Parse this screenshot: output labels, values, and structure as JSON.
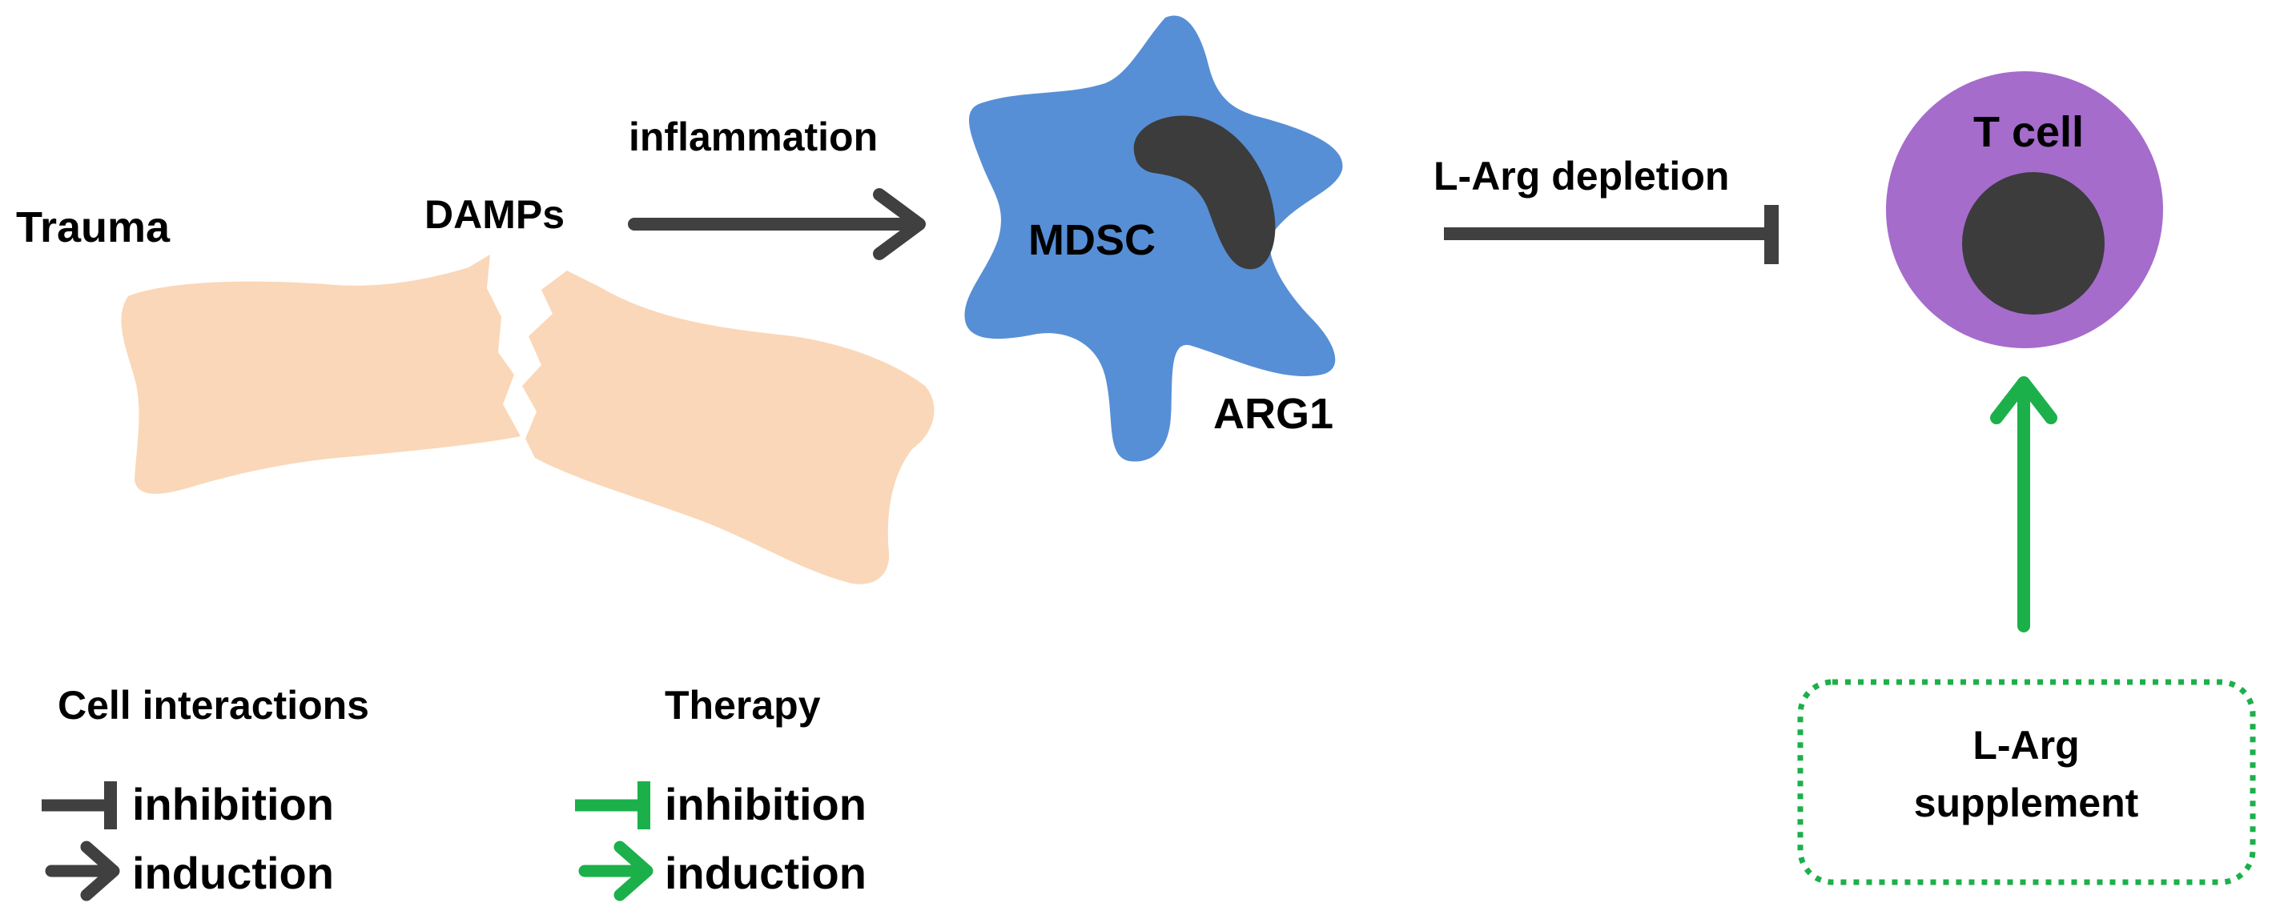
{
  "labels": {
    "trauma": "Trauma",
    "damps": "DAMPs",
    "inflammation": "inflammation",
    "mdsc": "MDSC",
    "arg1": "ARG1",
    "l_arg_depletion": "L-Arg depletion",
    "t_cell": "T cell",
    "supplement_line1": "L-Arg",
    "supplement_line2": "supplement"
  },
  "legend": {
    "cell_interactions": {
      "title": "Cell interactions",
      "inhibition": "inhibition",
      "induction": "induction"
    },
    "therapy": {
      "title": "Therapy",
      "inhibition": "inhibition",
      "induction": "induction"
    }
  },
  "colors": {
    "bone": "#fad7b8",
    "mdsc_body": "#578fd6",
    "nucleus": "#3c3c3c",
    "t_cell_body": "#a56ccc",
    "interaction_arrow": "#404040",
    "therapy_green": "#1cb04a"
  }
}
